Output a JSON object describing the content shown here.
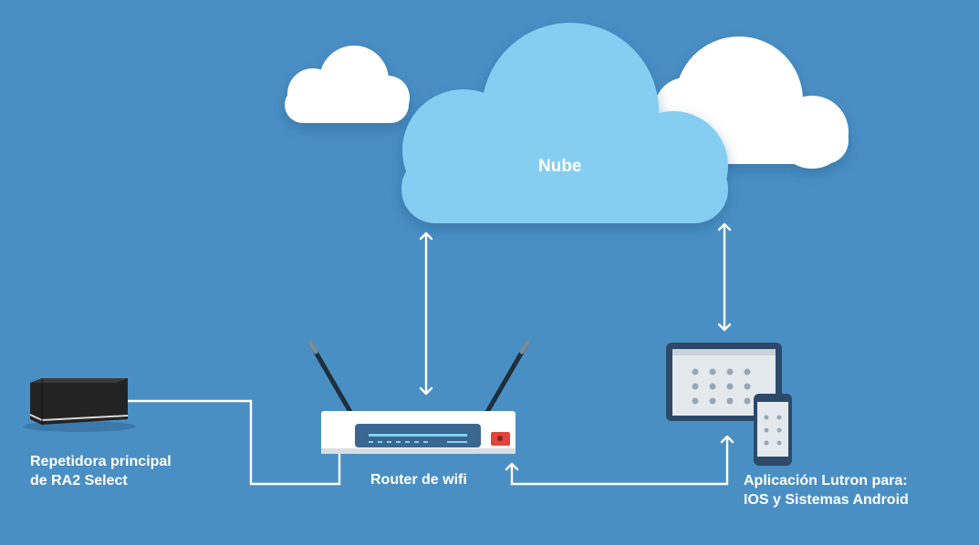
{
  "diagram": {
    "cloud_label": "Nube",
    "repeater_label_line1": "Repetidora principal",
    "repeater_label_line2": "de RA2 Select",
    "router_label": "Router de wifi",
    "app_label_line1": "Aplicación Lutron para:",
    "app_label_line2": "IOS y Sistemas Android"
  },
  "colors": {
    "background": "#4a8fc4",
    "main_cloud": "#86cdf2",
    "side_clouds": "#ffffff",
    "connector_lines": "#ffffff",
    "router_display": "#3a6790",
    "router_button": "#e0453a"
  }
}
